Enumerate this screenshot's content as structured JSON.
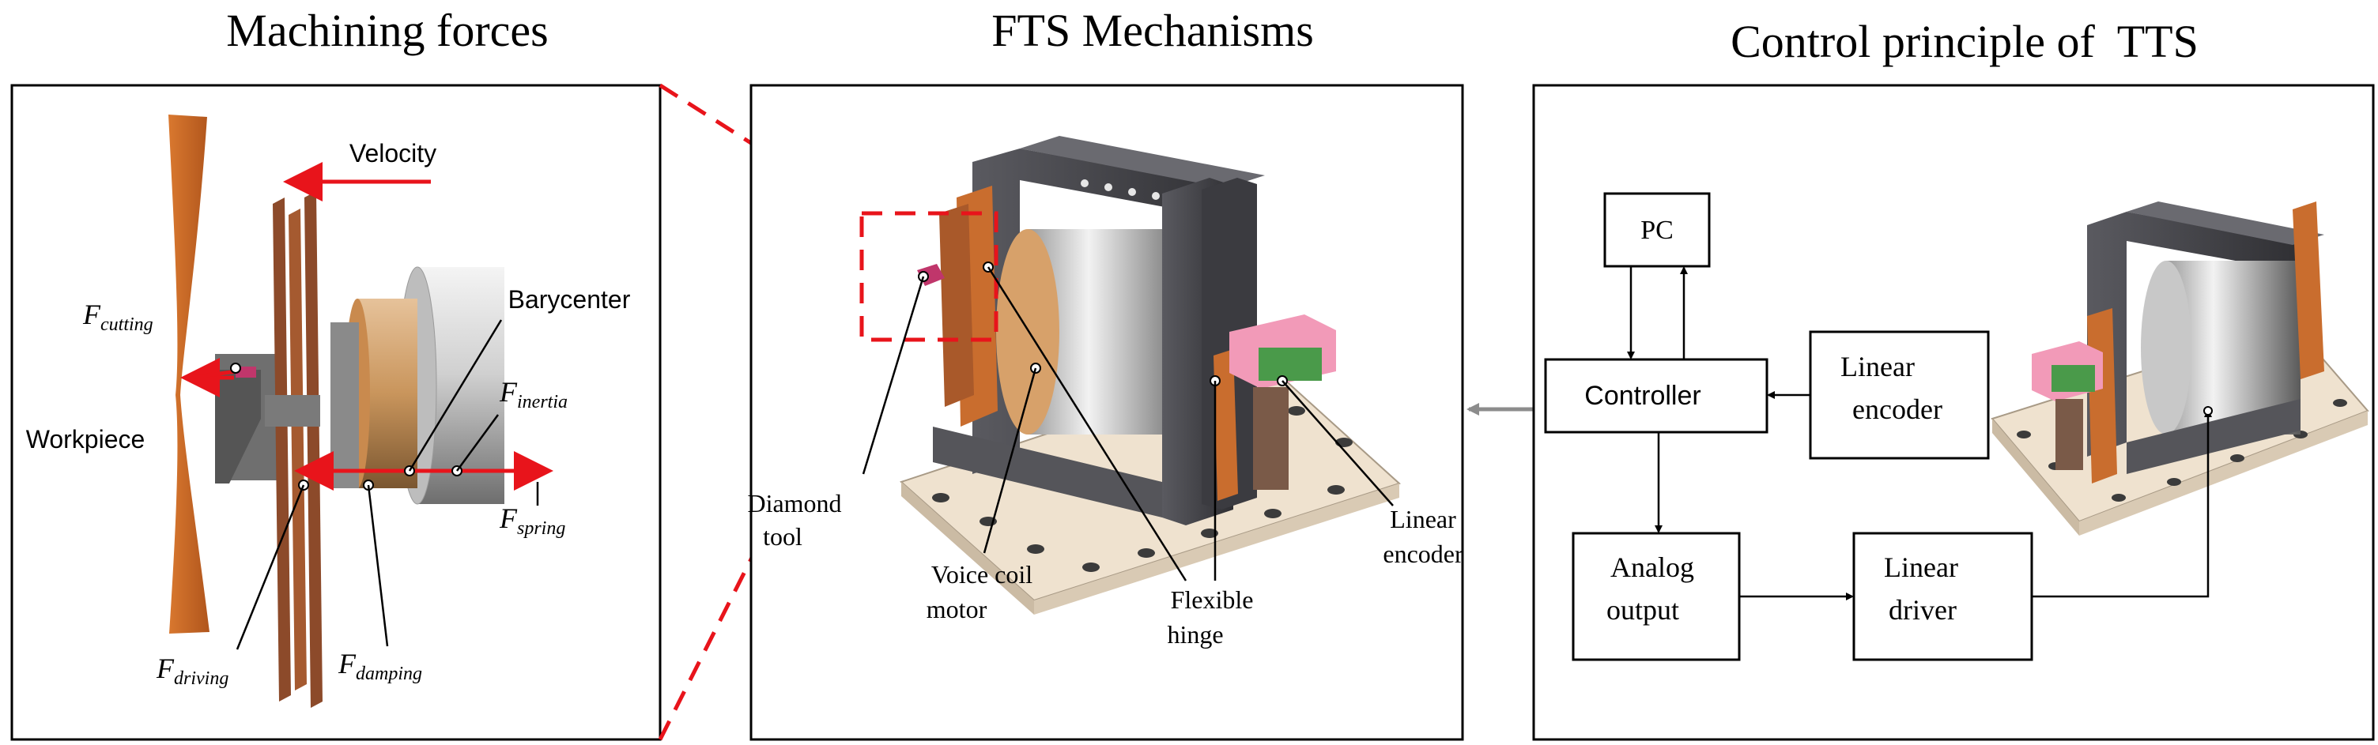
{
  "panels": {
    "machining_forces": {
      "title": "Machining forces",
      "velocity_label": "Velocity",
      "workpiece_label": "Workpiece",
      "barycenter_label": "Barycenter",
      "forces": {
        "cutting": {
          "symbol": "F",
          "subscript": "cutting"
        },
        "inertia": {
          "symbol": "F",
          "subscript": "inertia"
        },
        "spring": {
          "symbol": "F",
          "subscript": "spring"
        },
        "driving": {
          "symbol": "F",
          "subscript": "driving"
        },
        "damping": {
          "symbol": "F",
          "subscript": "damping"
        }
      }
    },
    "fts_mechanisms": {
      "title": "FTS Mechanisms",
      "labels": {
        "diamond_tool": [
          "Diamond",
          "tool"
        ],
        "voice_coil_motor": [
          "Voice coil",
          "motor"
        ],
        "flexible_hinge": [
          "Flexible",
          "hinge"
        ],
        "linear_encoder": [
          "Linear",
          "encoder"
        ]
      }
    },
    "control_principle": {
      "title": "Control principle of  TTS",
      "blocks": {
        "pc": "PC",
        "controller": "Controller",
        "linear_encoder": [
          "Linear",
          "encoder"
        ],
        "analog_output": [
          "Analog",
          "output"
        ],
        "linear_driver": [
          "Linear",
          "driver"
        ]
      }
    }
  },
  "colors": {
    "arrow_red": "#e8141b",
    "dashed_red": "#e8141b",
    "connector_gray": "#8c8c8c",
    "copper": "#b8622a",
    "hinge_orange": "#c96d2e",
    "frame_dark": "#4a4a4f",
    "base_beige": "#efe2cf",
    "motor_gray": "#c9c9c9",
    "encoder_pink": "#f29ab8",
    "encoder_green": "#4a9a4a"
  }
}
